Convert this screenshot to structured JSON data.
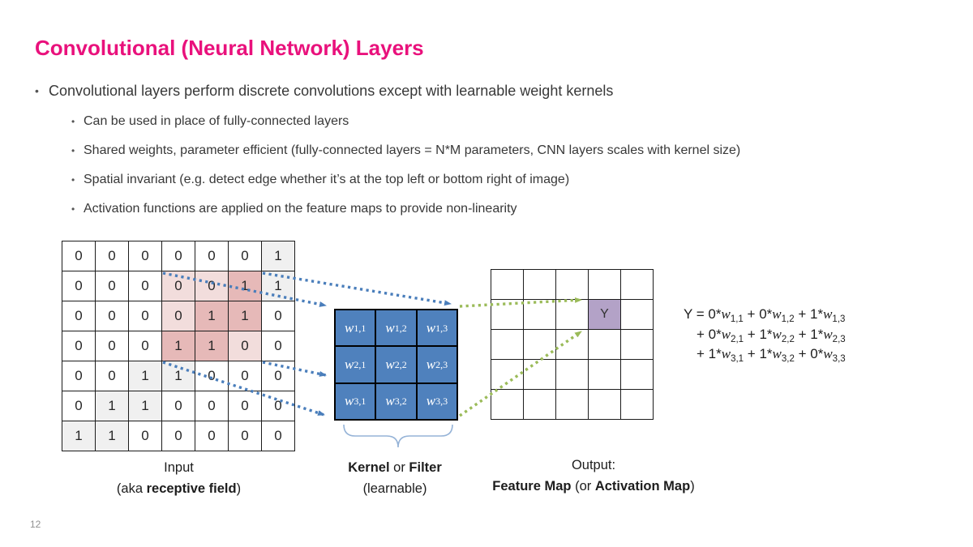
{
  "title": "Convolutional (Neural Network) Layers",
  "page_number": "12",
  "bullets": {
    "marker": "•",
    "main": "Convolutional layers perform discrete convolutions except with learnable weight kernels",
    "subs": [
      "Can be used in place of fully-connected layers",
      "Shared weights, parameter efficient (fully-connected layers = N*M parameters, CNN layers scales with kernel size)",
      "Spatial invariant (e.g. detect edge whether it’s at the top left or bottom right of image)",
      "Activation functions are applied on the feature maps to provide non-linearity"
    ]
  },
  "diagram": {
    "input_grid": {
      "values": [
        [
          0,
          0,
          0,
          0,
          0,
          0,
          1
        ],
        [
          0,
          0,
          0,
          0,
          0,
          1,
          1
        ],
        [
          0,
          0,
          0,
          0,
          1,
          1,
          0
        ],
        [
          0,
          0,
          0,
          1,
          1,
          0,
          0
        ],
        [
          0,
          0,
          1,
          1,
          0,
          0,
          0
        ],
        [
          0,
          1,
          1,
          0,
          0,
          0,
          0
        ],
        [
          1,
          1,
          0,
          0,
          0,
          0,
          0
        ]
      ],
      "receptive_field": {
        "row_start": 2,
        "row_end": 4,
        "col_start": 4,
        "col_end": 6
      }
    },
    "kernel": {
      "var": "w",
      "subscripts": [
        [
          "1,1",
          "1,2",
          "1,3"
        ],
        [
          "2,1",
          "2,2",
          "2,3"
        ],
        [
          "3,1",
          "3,2",
          "3,3"
        ]
      ]
    },
    "output_grid": {
      "rows": 5,
      "cols": 5,
      "highlight": {
        "row": 2,
        "col": 4,
        "label": "Y"
      }
    },
    "equation": {
      "var": "w",
      "lines": [
        {
          "prefix": "Y = ",
          "terms": [
            {
              "coef": "0",
              "sub": "1,1"
            },
            {
              "coef": "0",
              "sub": "1,2"
            },
            {
              "coef": "1",
              "sub": "1,3"
            }
          ]
        },
        {
          "prefix": "+ ",
          "terms": [
            {
              "coef": "0",
              "sub": "2,1"
            },
            {
              "coef": "1",
              "sub": "2,2"
            },
            {
              "coef": "1",
              "sub": "2,3"
            }
          ]
        },
        {
          "prefix": "+ ",
          "terms": [
            {
              "coef": "1",
              "sub": "3,1"
            },
            {
              "coef": "1",
              "sub": "3,2"
            },
            {
              "coef": "0",
              "sub": "3,3"
            }
          ]
        }
      ]
    },
    "captions": {
      "input": {
        "line1": [
          {
            "t": "Input",
            "b": false
          }
        ],
        "line2": [
          {
            "t": "(aka ",
            "b": false
          },
          {
            "t": "receptive field",
            "b": true
          },
          {
            "t": ")",
            "b": false
          }
        ]
      },
      "kernel": {
        "line1": [
          {
            "t": "Kernel",
            "b": true
          },
          {
            "t": " or ",
            "b": false
          },
          {
            "t": "Filter",
            "b": true
          }
        ],
        "line2": [
          {
            "t": "(learnable)",
            "b": false
          }
        ]
      },
      "output": {
        "line1": [
          {
            "t": "Output:",
            "b": false
          }
        ],
        "line2": [
          {
            "t": "Feature Map",
            "b": true
          },
          {
            "t": " (or ",
            "b": false
          },
          {
            "t": "Activation Map",
            "b": true
          },
          {
            "t": ")",
            "b": false
          }
        ]
      }
    }
  },
  "colors": {
    "title_pink": "#e9117c",
    "text_dark": "#383838",
    "grid_line": "#1c1c1c",
    "kernel_blue": "#4f81bd",
    "rf_zero_pink": "#f2dddc",
    "rf_one_pink": "#e6b9b8",
    "one_gray": "#f0f0f0",
    "output_purple": "#b3a2c7",
    "arrow_blue": "#4a7ebb",
    "arrow_green": "#9bbb59",
    "brace_blue": "#95b3d7",
    "page_gray": "#909090"
  }
}
